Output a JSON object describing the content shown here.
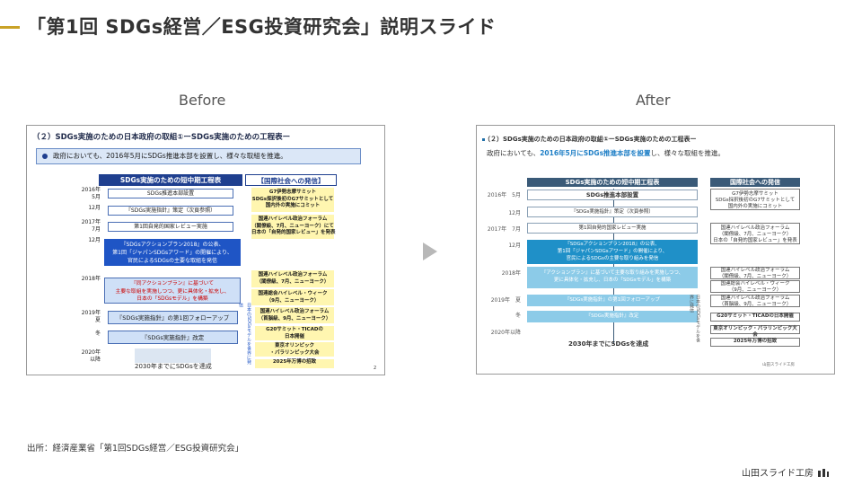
{
  "slide_title": "「第1回 SDGs経営／ESG投資研究会」説明スライド",
  "labels": {
    "before": "Before",
    "after": "After"
  },
  "source": "出所：経済産業省「第1回SDGs経営／ESG投資研究会」",
  "brand": "山田スライド工房",
  "colors": {
    "accent": "#c9a227",
    "before_blue": "#1f55c5",
    "after_blue": "#1f90c8"
  },
  "before": {
    "heading": "（２）SDGs実施のための日本政府の取組①ーSDGs実施のための工程表ー",
    "band": "政府においても、2016年5月にSDGs推進本部を設置し、様々な取組を推進。",
    "col_left": "SDGs実施のための短中期工程表",
    "col_right": "【国際社会への発信】",
    "years": [
      "2016年\n5月",
      "12月",
      "2017年\n7月",
      "12月",
      "2018年",
      "2019年\n夏",
      "冬",
      "2020年\n以降"
    ],
    "left_items": [
      "SDGs推進本部設置",
      "『SDGs実施指針』策定（次頁参照）",
      "第1回自発的国家レビュー実施",
      "『SDGsアクションプラン2018』の公表、\n第1回「ジャパンSDGsアワード」の開催により、\n官民によるSDGsの主要な取組を発信",
      "『同アクションプラン』に基づいて\n主要な取組を実施しつつ、更に具体化・拡充し、\n日本の「SDGsモデル」を構築",
      "『SDGs実施指針』の第1回フォローアップ",
      "『SDGs実施指針』改定"
    ],
    "bottom": "2030年までにSDGsを達成",
    "right_items": [
      "G7伊勢志摩サミット\nSDGs採択後初のG7サミットとして\n国内外の実施にコミット",
      "国連ハイレベル政治フォーラム\n（閣僚級、7月、ニューヨーク）にて\n日本の「自発的国家レビュー」を発表",
      "国連ハイレベル政治フォーラム\n（閣僚級、7月、ニューヨーク）",
      "国連総会ハイレベル・ウィーク\n（9月、ニューヨーク）",
      "国連ハイレベル政治フォーラム\n（首脳級、9月、ニューヨーク）",
      "G20サミット・TICADの\n日本開催",
      "東京オリンピック\n・パラリンピック大会",
      "2025年万博の招致"
    ],
    "vertical_note": "日本のSDGsモデルを世界に発信",
    "page_no": "2"
  },
  "after": {
    "heading": "（２）SDGs実施のための日本政府の取組①ーSDGs実施のための工程表ー",
    "sub_pre": "政府においても、",
    "sub_hl": "2016年5月にSDGs推進本部を設置",
    "sub_post": "し、様々な取組を推進。",
    "col_left": "SDGs実施のための短中期工程表",
    "col_right": "国際社会への発信",
    "years": [
      "2016年　5月",
      "12月",
      "2017年　7月",
      "12月",
      "2018年",
      "2019年　夏",
      "冬",
      "2020年以降"
    ],
    "left_items": [
      "SDGs推進本部設置",
      "『SDGs実施指針』策定（次頁参照）",
      "第1回自発的国家レビュー実施",
      "『SDGsアクションプラン2018』の公表、\n第1回「ジャパンSDGsアワード」の開催により、\n官民によるSDGsの主要な取り組みを発信",
      "『アクションプラン』に基づいて主要な取り組みを実施しつつ、\n更に具体化・拡充し、日本の「SDGsモデル」を構築",
      "『SDGs実施指針』の第1回フォローアップ",
      "『SDGs実施指針』改定"
    ],
    "bottom": "2030年までにSDGsを達成",
    "right_items": [
      "G7伊勢志摩サミット\nSDGs採択後初のG7サミットとして\n国内外の実施にコミット",
      "国連ハイレベル政治フォーラム\n（閣僚級、7月、ニューヨーク）\n日本の「自発的国家レビュー」を発表",
      "国連ハイレベル政治フォーラム\n（閣僚級、7月、ニューヨーク）",
      "国連総会ハイレベル・ウィーク\n（9月、ニューヨーク）",
      "国連ハイレベル政治フォーラム\n（首脳級、9月、ニューヨーク）",
      "G20サミット・TICADの日本開催",
      "東京オリンピック・パラリンピック大会",
      "2025年万博の招致"
    ],
    "vertical_note": "日本のSDGsモデルを世界に発信",
    "footer": "山田スライド工房"
  }
}
